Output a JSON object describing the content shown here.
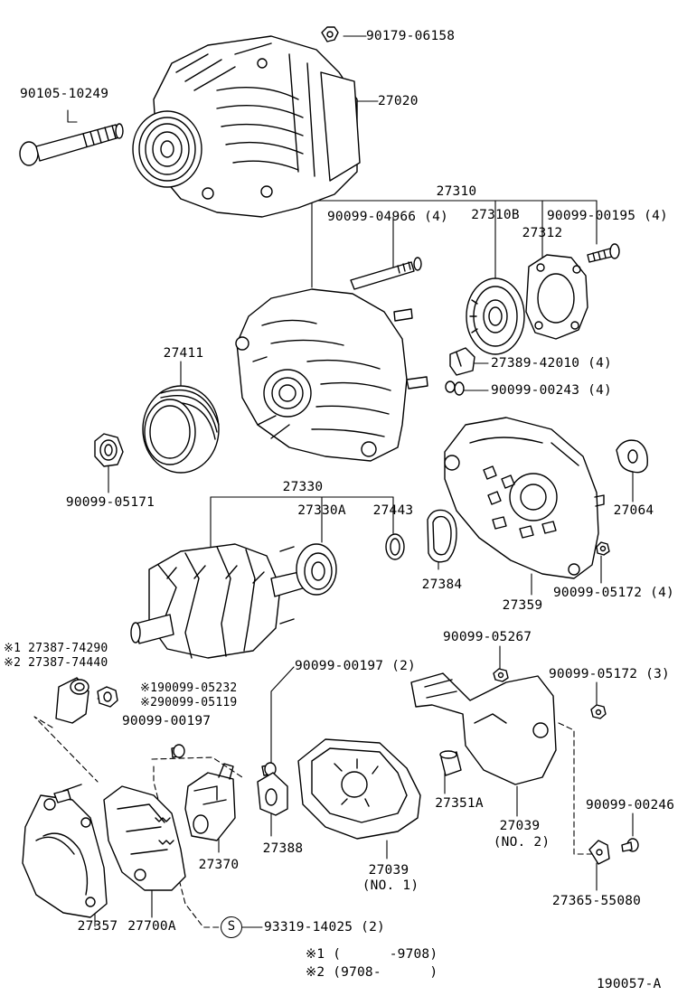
{
  "labels": {
    "p90179_06158": "90179-06158",
    "p90105_10249": "90105-10249",
    "p27020": "27020",
    "p27310": "27310",
    "p90099_04966": "90099-04966 (4)",
    "p27310B": "27310B",
    "p90099_00195": "90099-00195 (4)",
    "p27312": "27312",
    "p27411": "27411",
    "p27389_42010": "27389-42010 (4)",
    "p90099_00243": "90099-00243 (4)",
    "p90099_05171": "90099-05171",
    "p27330": "27330",
    "p27330A": "27330A",
    "p27443": "27443",
    "p27064": "27064",
    "p27384": "27384",
    "p27359": "27359",
    "p90099_05172_4": "90099-05172 (4)",
    "p1_27387_74290": "※1 27387-74290",
    "p2_27387_74440": "※2 27387-74440",
    "p1_90099_05232": "※190099-05232",
    "p2_90099_05119": "※290099-05119",
    "p90099_00197_2": "90099-00197 (2)",
    "p90099_05267": "90099-05267",
    "p90099_05172_3": "90099-05172 (3)",
    "p90099_00197": "90099-00197",
    "p27351A": "27351A",
    "p27039_2": "27039",
    "p27039_2_sub": "(NO. 2)",
    "p90099_00246": "90099-00246",
    "p27370": "27370",
    "p27388": "27388",
    "p27039_1": "27039",
    "p27039_1_sub": "(NO. 1)",
    "p27365_55080": "27365-55080",
    "p27357": "27357",
    "p27700A": "27700A",
    "s_symbol": "S",
    "p93319_14025": "93319-14025 (2)",
    "note1": "※1 (      -9708)",
    "note2": "※2 (9708-      )",
    "diagram_id": "190057-A"
  }
}
